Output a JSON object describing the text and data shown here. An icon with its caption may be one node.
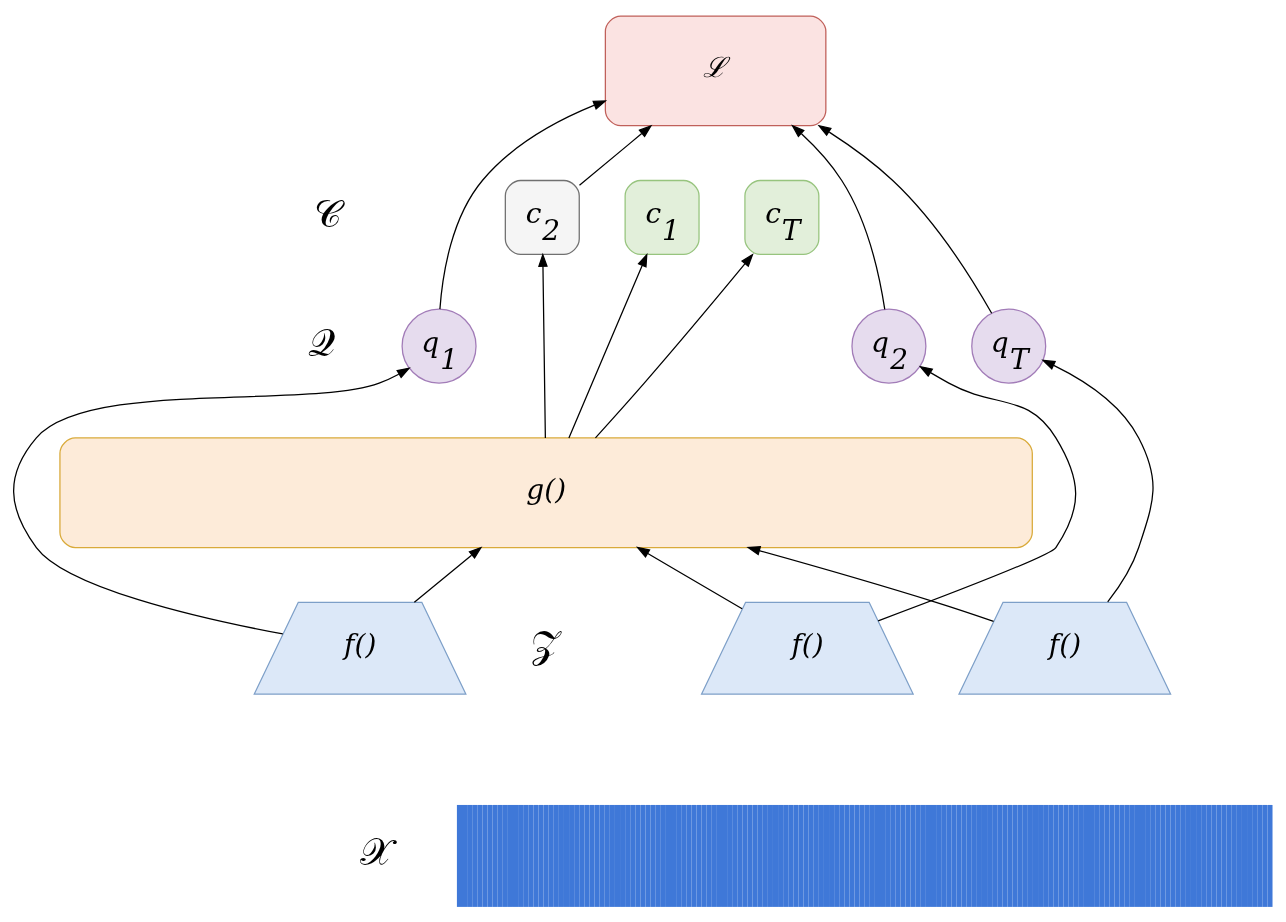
{
  "diagram": {
    "nodes": [
      {
        "text": [
          "ℒ"
        ]
      },
      {
        "text": [
          "c$_{1}$"
        ]
      },
      {
        "text": [
          "c$_{2}$"
        ]
      },
      {
        "text": [
          "c$_{T}$"
        ]
      },
      {
        "text": [
          "q$_{1}$"
        ]
      },
      {
        "text": [
          "q$_{2}$"
        ]
      },
      {
        "text": [
          "q$_{T}$"
        ]
      },
      {
        "text": [
          "g()"
        ]
      },
      {
        "text": [
          "f()"
        ]
      },
      {
        "text": [
          "f()"
        ]
      },
      {
        "text": [
          "f()"
        ]
      },
      {
        "text": [],
        "shape": "picture"
      }
    ],
    "edges": [
      {
        "from": 8,
        "to": 7,
        "arrow": "to"
      },
      {
        "from": 8,
        "to": 4,
        "arrow": "to"
      },
      {
        "from": 9,
        "to": 7,
        "arrow": "to"
      },
      {
        "from": 9,
        "to": 5,
        "arrow": "to"
      },
      {
        "from": 10,
        "to": 7,
        "arrow": "to"
      },
      {
        "from": 10,
        "to": 6,
        "arrow": "to"
      },
      {
        "from": 7,
        "to": 1,
        "arrow": "to"
      },
      {
        "from": 7,
        "to": 2,
        "arrow": "to"
      },
      {
        "from": 7,
        "to": 3,
        "arrow": "to"
      },
      {
        "from": 4,
        "to": 0,
        "arrow": "to"
      },
      {
        "from": 2,
        "to": 0,
        "arrow": "to"
      },
      {
        "from": 5,
        "to": 0,
        "arrow": "to"
      },
      {
        "from": 6,
        "to": 0,
        "arrow": "to"
      }
    ],
    "labels": [
      "𝒞",
      "𝒬",
      "𝒵",
      "𝒳"
    ]
  }
}
